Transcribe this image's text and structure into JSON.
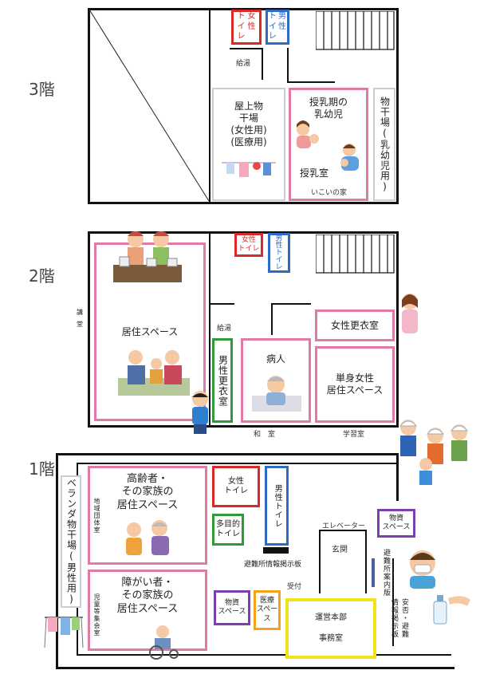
{
  "floors": {
    "f3": "3階",
    "f2": "2階",
    "f1": "1階"
  },
  "floor3": {
    "women_toilet": "女\n性",
    "women_toilet_pre": "ト\nイ\nレ",
    "men_toilet": "男\n性",
    "men_toilet_pre": "ト\nイ\nレ",
    "kettle_room": "給湯",
    "rooftop_drying": "屋上物\n干場\n(女性用)\n(医療用)",
    "nursing_title": "授乳期の\n乳幼児",
    "nursing_room": "授乳室",
    "nursing_sub": "いこいの家",
    "infant_drying": "物干場(乳幼児用)"
  },
  "floor2": {
    "hall_side": "講\n堂",
    "living_space": "居住スペース",
    "women_toilet": "女性\nトイレ",
    "men_toilet": "男\n性\nト\nイ\nレ",
    "kettle_room": "給湯",
    "men_changing": "男性更衣室",
    "sick": "病人",
    "women_changing": "女性更衣室",
    "single_women": "単身女性\n居住スペース",
    "japanese_room": "和　室",
    "study_room": "学習室"
  },
  "floor1": {
    "veranda_drying": "ベランダ物干場(男性用)",
    "elderly": "高齢者・\nその家族の\n居住スペース",
    "community_room": "地域団体室",
    "disabled": "障がい者・\nその家族の\n居住スペース",
    "children_room": "児童等集会室",
    "women_toilet": "女性\nトイレ",
    "men_toilet": "男性トイレ",
    "multipurpose_toilet": "多目的\nトイレ",
    "evac_board": "避難所情報掲示板",
    "elevator": "エレベーター",
    "supplies_right": "物資\nスペース",
    "entrance": "玄関",
    "shelter_guide": "避難所案内版",
    "reception": "受付",
    "supplies_left": "物資\nスペース",
    "medical": "医療\nスペース",
    "hq": "運営本部",
    "office": "事務室",
    "safety_board": "安否・避難\n情報掲示板"
  },
  "colors": {
    "pink": "#e07aa6",
    "red": "#d92a2a",
    "blue": "#2d6bc4",
    "green": "#2f9a3a",
    "purple": "#7b3fb0",
    "orange": "#f3a316",
    "yellow": "#f1e21a"
  }
}
